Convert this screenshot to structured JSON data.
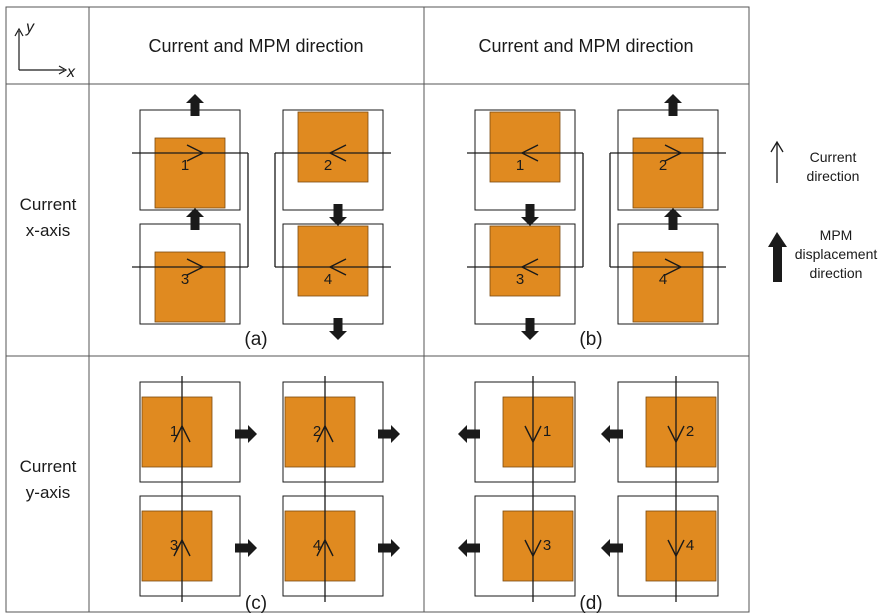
{
  "axes": {
    "y": "y",
    "x": "x"
  },
  "headers": [
    "Current and MPM direction",
    "Current and MPM direction"
  ],
  "rows": [
    {
      "line1": "Current",
      "line2": "x-axis"
    },
    {
      "line1": "Current",
      "line2": "y-axis"
    }
  ],
  "panels": [
    {
      "label": "(a)",
      "mode": "x",
      "mag_numbers": [
        "1",
        "2",
        "3",
        "4"
      ],
      "current_arrows": [
        "right",
        "left",
        "right",
        "left"
      ],
      "mpm_arrows": [
        "up",
        "down",
        "up",
        "down"
      ],
      "mag_shift": [
        "down",
        "up",
        "down",
        "up"
      ]
    },
    {
      "label": "(b)",
      "mode": "x",
      "mag_numbers": [
        "1",
        "2",
        "3",
        "4"
      ],
      "current_arrows": [
        "left",
        "right",
        "left",
        "right"
      ],
      "mpm_arrows": [
        "down",
        "up",
        "down",
        "up"
      ],
      "mag_shift": [
        "up",
        "down",
        "up",
        "down"
      ]
    },
    {
      "label": "(c)",
      "mode": "y",
      "mag_numbers": [
        "1",
        "2",
        "3",
        "4"
      ],
      "current_arrows": [
        "up",
        "up",
        "up",
        "up"
      ],
      "mpm_arrows": [
        "right",
        "right",
        "right",
        "right"
      ],
      "mag_shift": [
        "left",
        "left",
        "left",
        "left"
      ]
    },
    {
      "label": "(d)",
      "mode": "y",
      "mag_numbers": [
        "1",
        "2",
        "3",
        "4"
      ],
      "current_arrows": [
        "down",
        "down",
        "down",
        "down"
      ],
      "mpm_arrows": [
        "left",
        "left",
        "left",
        "left"
      ],
      "mag_shift": [
        "right",
        "right",
        "right",
        "right"
      ]
    }
  ],
  "legend": {
    "current_label": [
      "Current",
      "direction"
    ],
    "mpm_label": [
      "MPM",
      "displacement",
      "direction"
    ]
  },
  "colors": {
    "magnet": "#e08a20",
    "line": "#1a1a1a",
    "grid": "#555555"
  }
}
